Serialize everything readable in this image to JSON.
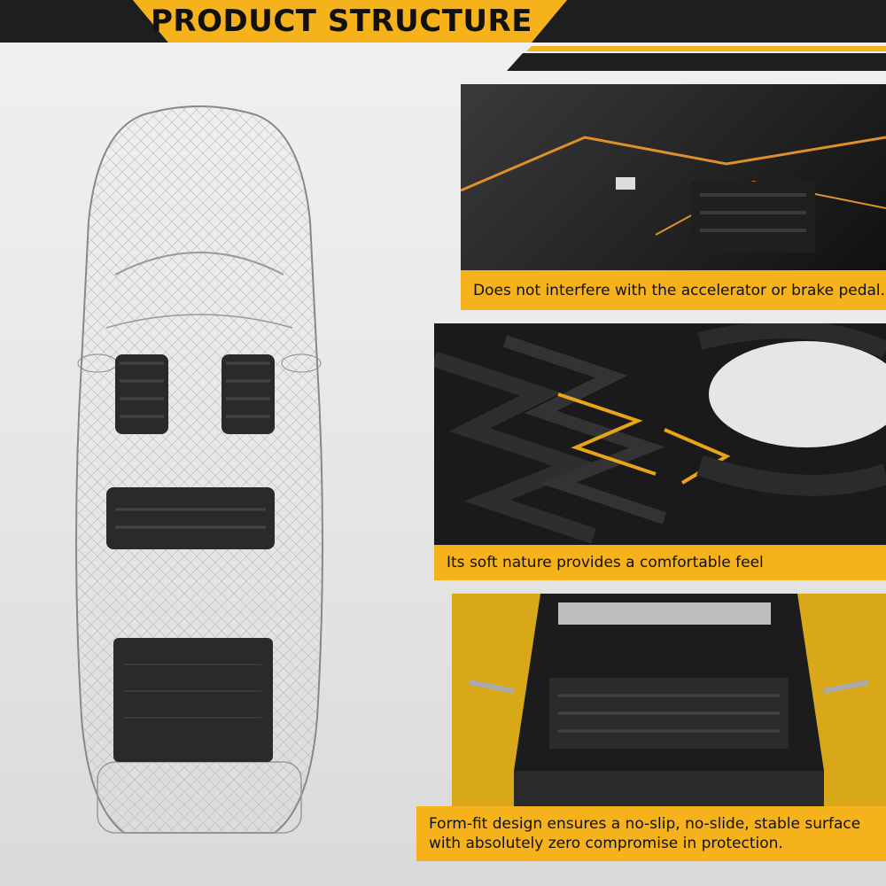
{
  "banner": {
    "title": "PRODUCT STRUCTURE"
  },
  "panels": {
    "pedals_caption": "Does not interfere with the accelerator or brake pedal.",
    "texture_caption": "Its soft nature provides a comfortable feel",
    "trunk_caption_line1": "Form-fit design ensures a no-slip, no-slide, stable surface",
    "trunk_caption_line2": "with absolutely zero compromise in protection."
  },
  "colors": {
    "accent": "#f5b21b",
    "dark": "#1b1b1b"
  }
}
